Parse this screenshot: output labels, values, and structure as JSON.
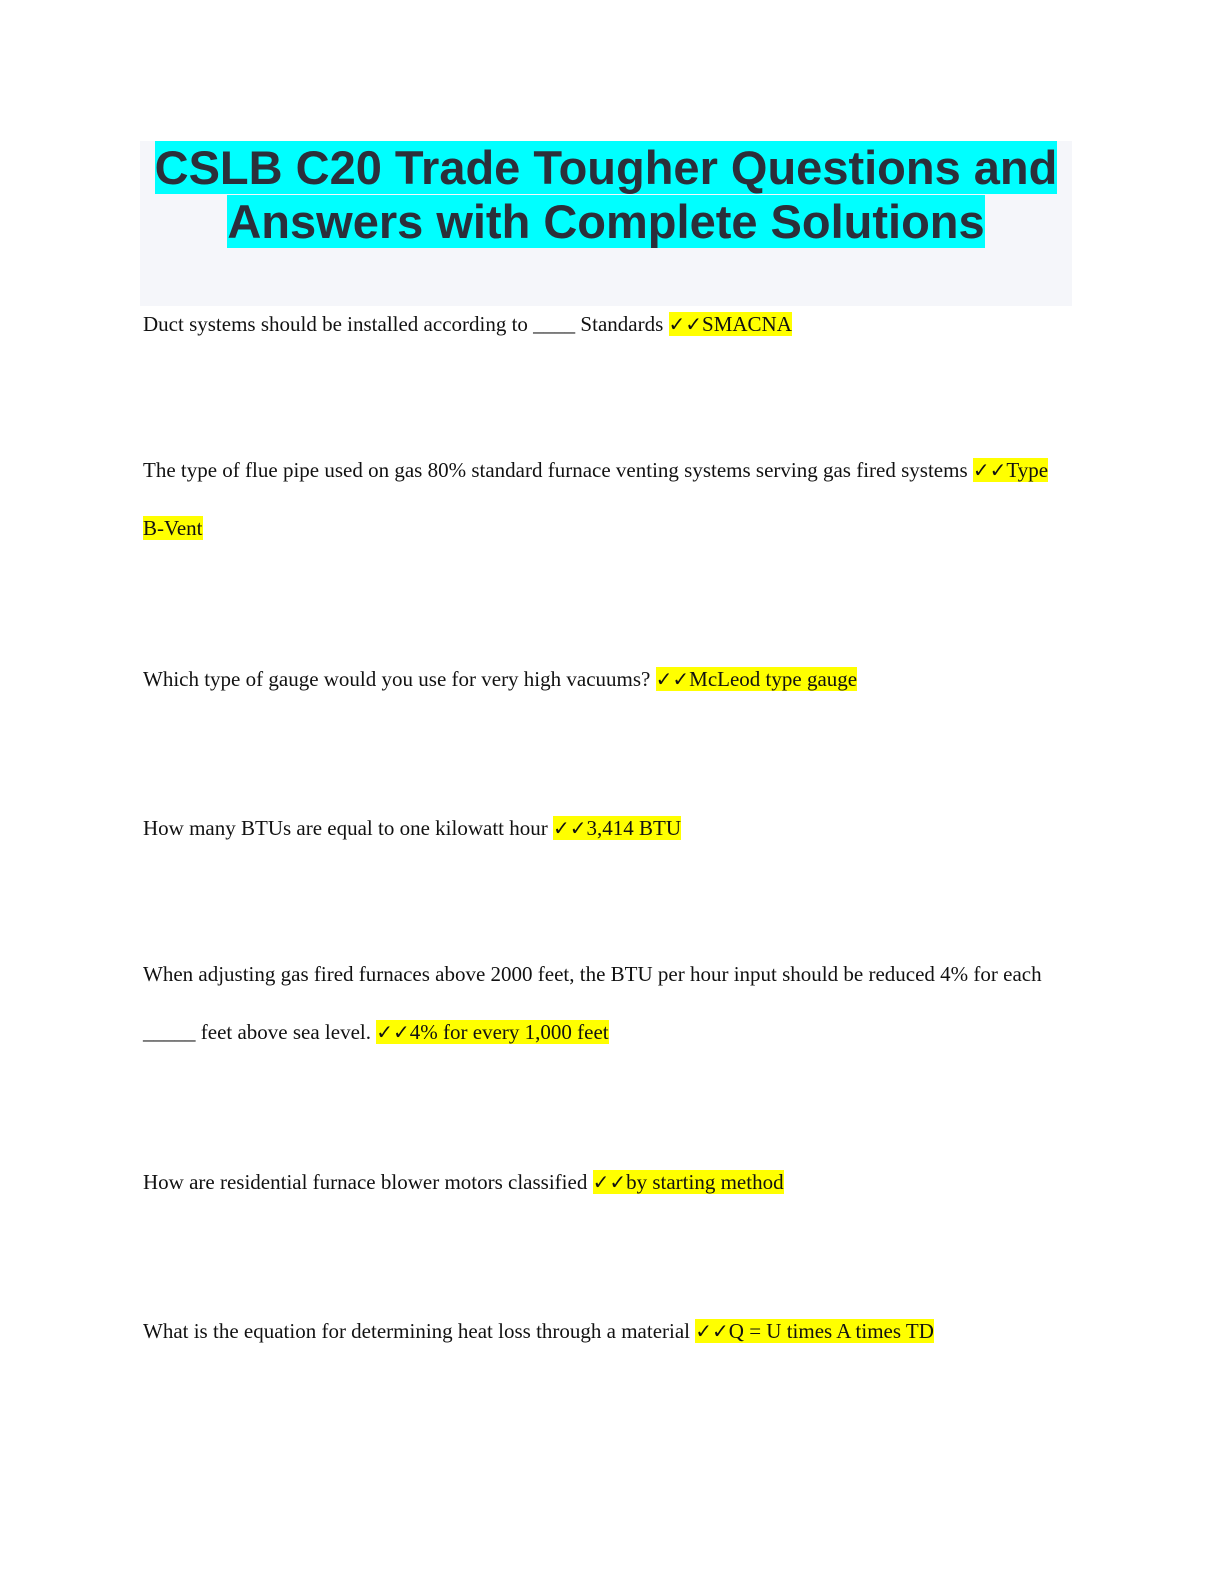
{
  "title": {
    "line1": "CSLB C20 Trade Tougher Questions and",
    "line2": "Answers with Complete Solutions"
  },
  "check_mark": "✓✓",
  "highlight_colors": {
    "title": "#00ffff",
    "answer": "#ffff00"
  },
  "items": [
    {
      "question": "Duct systems should be installed according to ____ Standards ",
      "answer": "SMACNA"
    },
    {
      "question": "The type of flue pipe used on gas 80% standard furnace venting systems serving gas fired systems ",
      "answer": "Type B-Vent"
    },
    {
      "question": "Which type of gauge would you use for very high vacuums? ",
      "answer": "McLeod type gauge"
    },
    {
      "question": "How many BTUs are equal to one kilowatt hour ",
      "answer": "3,414 BTU"
    },
    {
      "question": "When adjusting gas fired furnaces above 2000 feet, the BTU per hour input should be reduced 4% for each _____ feet above sea level. ",
      "answer": "4% for every 1,000 feet"
    },
    {
      "question": "How are residential furnace blower motors classified ",
      "answer": "by starting method"
    },
    {
      "question": "What is the equation for determining heat loss through a material ",
      "answer": "Q = U times A times TD"
    }
  ]
}
